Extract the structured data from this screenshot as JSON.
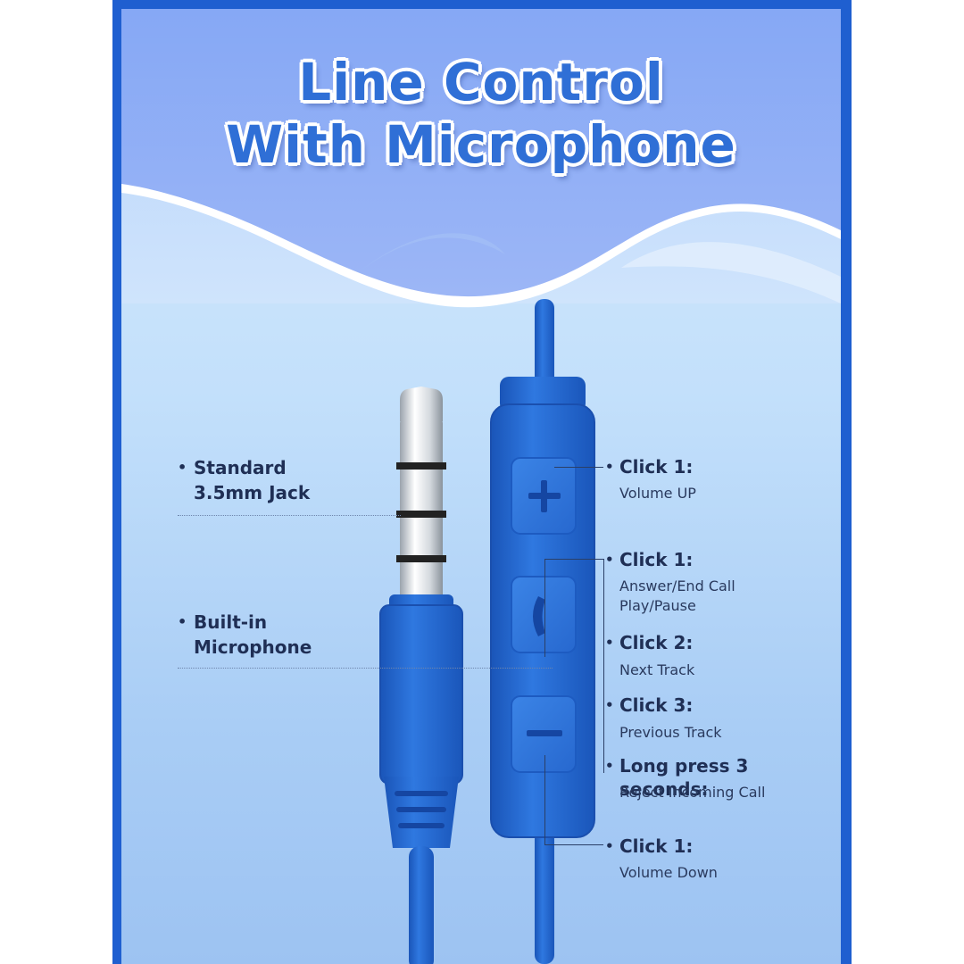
{
  "title": {
    "line1": "Line Control",
    "line2": "With Microphone"
  },
  "colors": {
    "cable_blue": "#1f62cc",
    "title_blue": "#2f6fd6",
    "frame_blue": "#1f5fd0",
    "text_dark": "#1f2f55"
  },
  "left_labels": [
    {
      "line1": "Standard",
      "line2": "3.5mm Jack"
    },
    {
      "line1": "Built-in",
      "line2": "Microphone"
    }
  ],
  "button_icons": [
    "plus-icon",
    "phone-icon",
    "minus-icon"
  ],
  "right_labels": [
    {
      "head": "Click 1:",
      "desc1": "Volume UP"
    },
    {
      "head": "Click 1:",
      "desc1": "Answer/End Call",
      "desc2": "Play/Pause"
    },
    {
      "head": "Click 2:",
      "desc1": "Next Track"
    },
    {
      "head": "Click 3:",
      "desc1": "Previous Track"
    },
    {
      "head": "Long press 3 seconds:",
      "desc1": "Reject Incoming Call"
    },
    {
      "head": "Click 1:",
      "desc1": "Volume Down"
    }
  ]
}
